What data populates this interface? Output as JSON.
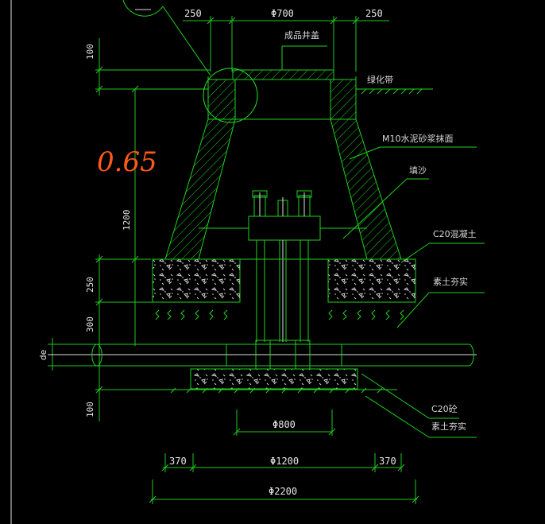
{
  "dimensions": {
    "top_left": "250",
    "top_center": "Φ700",
    "top_right": "250",
    "left_100_top": "100",
    "left_1200": "1200",
    "left_250": "250",
    "left_300": "300",
    "left_de": "de",
    "left_100_bottom": "100",
    "phi800": "Φ800",
    "bottom_left": "370",
    "bottom_center": "Φ1200",
    "bottom_right": "370",
    "bottom_total": "Φ2200"
  },
  "labels": {
    "cover": "成品井盖",
    "greenbelt": "绿化带",
    "mortar": "M10水泥砂浆抹面",
    "fill_sand": "填沙",
    "concrete_ring": "C20混凝土",
    "compacted_soil_upper": "素土夯实",
    "base_concrete": "C20砼",
    "compacted_soil_lower": "素土夯实"
  },
  "annotation": {
    "handwritten": "0.65"
  },
  "colors": {
    "background": "#000000",
    "lines": "#1fd21f",
    "text": "#e0e0e0",
    "handwriting": "#ff5a1a"
  }
}
